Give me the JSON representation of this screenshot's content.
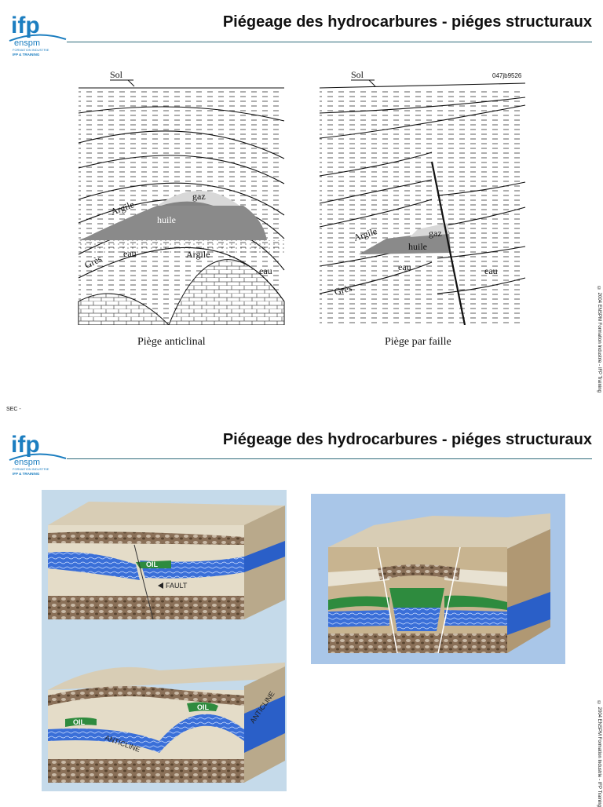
{
  "slide1": {
    "title": "Piégeage des hydrocarbures - piéges structuraux",
    "logo": {
      "brand": "ifp",
      "school": "enspm",
      "sub1": "FORMATION INDUSTRIE",
      "sub2": "IFP & TRAINING"
    },
    "figure_ref": "047jb9526",
    "left_figure": {
      "sol": "Sol",
      "labels": {
        "gaz": "gaz",
        "huile": "huile",
        "argile_top": "Argile",
        "argile_bottom": "Argile",
        "gres": "Grès",
        "eau_left": "eau",
        "eau_right": "eau"
      },
      "caption": "Piège anticlinal"
    },
    "right_figure": {
      "sol": "Sol",
      "labels": {
        "gaz": "gaz",
        "huile": "huile",
        "argile": "Argile",
        "gres": "Grès",
        "eau_left": "eau",
        "eau_right": "eau"
      },
      "caption": "Piège par faille"
    },
    "copyright": "© 2004 ENSPM Formation Industrie - IFP Training",
    "footer": "SEC -"
  },
  "slide2": {
    "title": "Piégeage des hydrocarbures - piéges structuraux",
    "logo": {
      "brand": "ifp",
      "school": "enspm",
      "sub1": "FORMATION INDUSTRIE",
      "sub2": "IFP & TRAINING"
    },
    "fault_block": {
      "oil": "OIL",
      "fault": "FAULT"
    },
    "anticline_block": {
      "oil_left": "OIL",
      "oil_right": "OIL",
      "anticline": "ANTICLINE",
      "anticline_side": "ANTICLINE"
    },
    "copyright": "© 2004 ENSPM Formation Industrie - IFP Training"
  },
  "colors": {
    "accent_rule": "#2d6a7a",
    "logo_blue": "#1c7ec0",
    "oil_green": "#2e8b3e",
    "water_blue": "#3a6fd8"
  }
}
